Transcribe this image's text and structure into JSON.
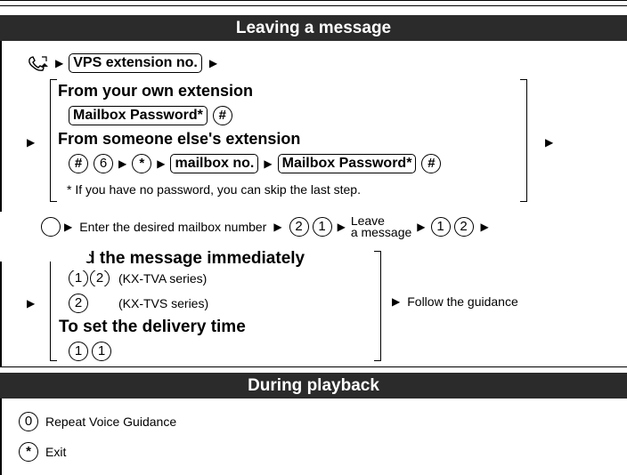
{
  "section1": {
    "title": "Leaving a message",
    "step1": {
      "extension_button": "VPS extension no."
    },
    "bracket": {
      "own_title": "From your own extension",
      "mailbox_password": "Mailbox Password*",
      "hash": "#",
      "else_title": "From someone else's extension",
      "six": "6",
      "star": "*",
      "mailbox_no": "mailbox no.",
      "footnote": "* If you have no password, you can skip the last step."
    },
    "step2": {
      "text": "Enter the desired mailbox number",
      "d2": "2",
      "d1": "1",
      "leave_line1": "Leave",
      "leave_line2": "a message",
      "d1b": "1",
      "d2b": "2"
    },
    "step3": {
      "send_title": "d the message immediately",
      "tva_digits": [
        "1",
        "2"
      ],
      "tva_label": "(KX-TVA series)",
      "tvs_digit": "2",
      "tvs_label": "(KX-TVS series)",
      "delivery_title": "To set the delivery time",
      "delivery_digits": [
        "1",
        "1"
      ],
      "follow": "Follow the guidance"
    }
  },
  "section2": {
    "title": "During playback",
    "items": [
      {
        "key": "0",
        "label": "Repeat Voice Guidance"
      },
      {
        "key": "*",
        "label": "Exit"
      }
    ]
  },
  "icons": {
    "offhook": "handset-offhook-icon",
    "arrow": "triangle-right-icon"
  }
}
